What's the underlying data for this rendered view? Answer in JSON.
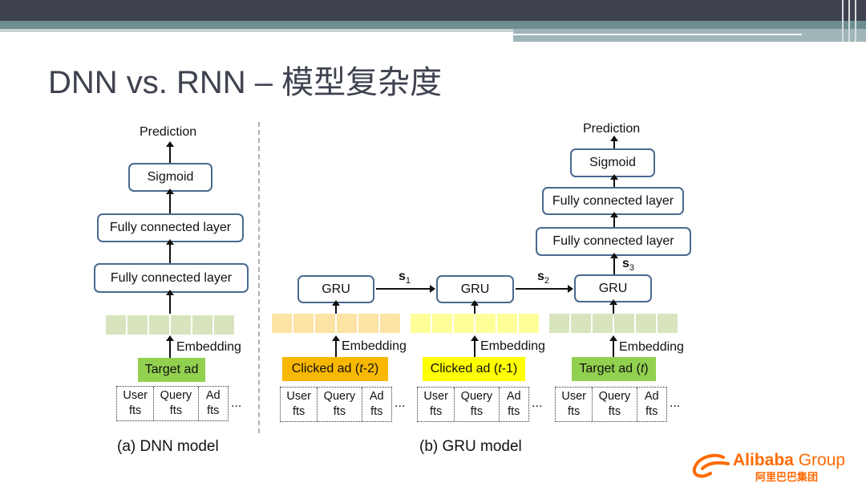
{
  "slide": {
    "title": "DNN vs. RNN – 模型复杂度"
  },
  "dnn": {
    "prediction": "Prediction",
    "sigmoid": "Sigmoid",
    "fc1": "Fully connected layer",
    "fc2": "Fully connected layer",
    "embedding": "Embedding",
    "target_ad": "Target ad",
    "features": [
      "User fts",
      "Query fts",
      "Ad fts"
    ],
    "ellipsis": "...",
    "caption": "(a) DNN model"
  },
  "gru": {
    "prediction": "Prediction",
    "sigmoid": "Sigmoid",
    "fc1": "Fully connected layer",
    "fc2": "Fully connected layer",
    "gru_label": "GRU",
    "states": [
      "s1",
      "s2",
      "s3"
    ],
    "embedding": "Embedding",
    "steps": [
      {
        "prefix": "Clicked ad (",
        "var": "t",
        "suffix": "-2)",
        "color": "#f8b700"
      },
      {
        "prefix": "Clicked ad (",
        "var": "t",
        "suffix": "-1)",
        "color": "#ffff00"
      },
      {
        "prefix": "Target ad (",
        "var": "t",
        "suffix": ")",
        "color": "#92d050"
      }
    ],
    "features": [
      "User fts",
      "Query fts",
      "Ad fts"
    ],
    "ellipsis": "...",
    "caption": "(b) GRU model"
  },
  "colors": {
    "embed_green": "#d7e4bd",
    "embed_orange": "#fde3a4",
    "embed_yellow": "#ffff99",
    "box_border": "#4a6a90",
    "title_color": "#3f4350",
    "logo_orange": "#ff6a00"
  },
  "logo": {
    "name_main": "Alibaba",
    "name_group": "Group",
    "chinese": "阿里巴巴集团"
  }
}
